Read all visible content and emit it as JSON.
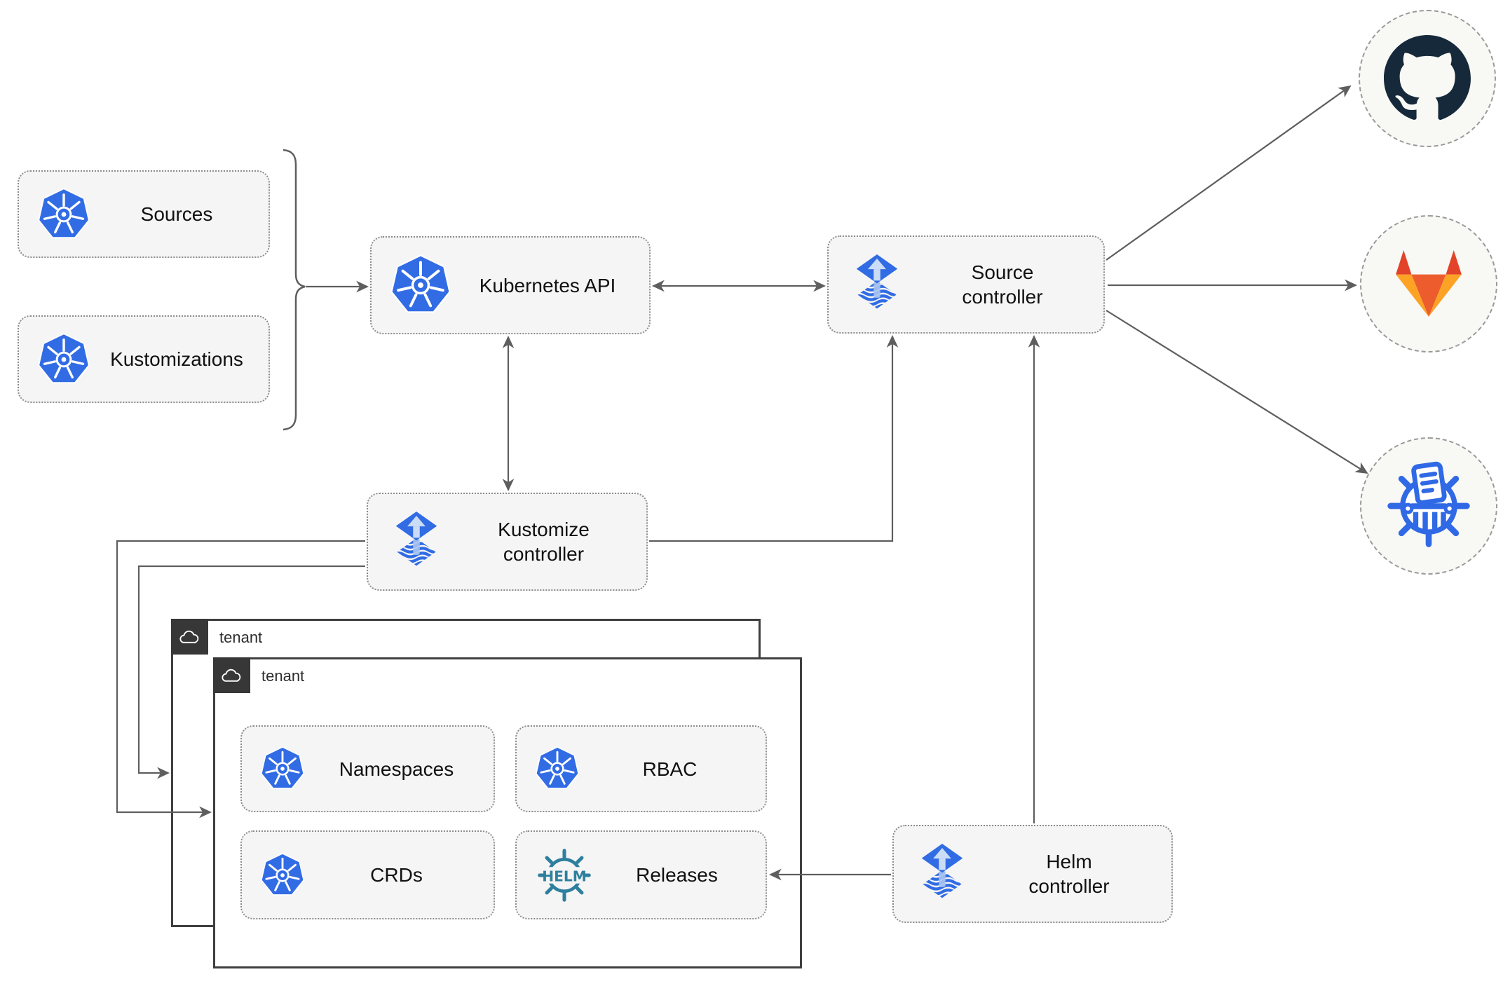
{
  "nodes": {
    "sources": {
      "label": "Sources",
      "icon": "kubernetes-icon"
    },
    "kustomizations": {
      "label": "Kustomizations",
      "icon": "kubernetes-icon"
    },
    "kubernetes_api": {
      "label": "Kubernetes API",
      "icon": "kubernetes-icon"
    },
    "source_controller": {
      "label": "Source controller",
      "icon": "flux-icon"
    },
    "kustomize_controller": {
      "label": "Kustomize controller",
      "icon": "flux-icon"
    },
    "helm_controller": {
      "label": "Helm controller",
      "icon": "flux-icon"
    },
    "namespaces": {
      "label": "Namespaces",
      "icon": "kubernetes-icon"
    },
    "rbac": {
      "label": "RBAC",
      "icon": "kubernetes-icon"
    },
    "crds": {
      "label": "CRDs",
      "icon": "kubernetes-icon"
    },
    "releases": {
      "label": "Releases",
      "icon": "helm-icon"
    }
  },
  "groups": {
    "tenant_back": {
      "label": "tenant",
      "icon": "cloud-icon"
    },
    "tenant_front": {
      "label": "tenant",
      "icon": "cloud-icon"
    }
  },
  "endpoints": {
    "github": {
      "icon": "github-icon"
    },
    "gitlab": {
      "icon": "gitlab-icon"
    },
    "chartmuseum": {
      "icon": "chartmuseum-icon"
    }
  },
  "colors": {
    "kubernetes_blue": "#326CE5",
    "flux_blue": "#316CE4",
    "flux_light": "#CBDCF6",
    "helm_teal": "#2E7F9E",
    "github_dark": "#16293A",
    "gitlab_dark_orange": "#E24329",
    "gitlab_mid_orange": "#EC5C2C",
    "gitlab_light_orange": "#FCA326",
    "chartmuseum_blue": "#3069E5",
    "arrow_gray": "#5e5e5e",
    "node_fill": "#f5f5f5",
    "tenant_tab": "#373737"
  }
}
